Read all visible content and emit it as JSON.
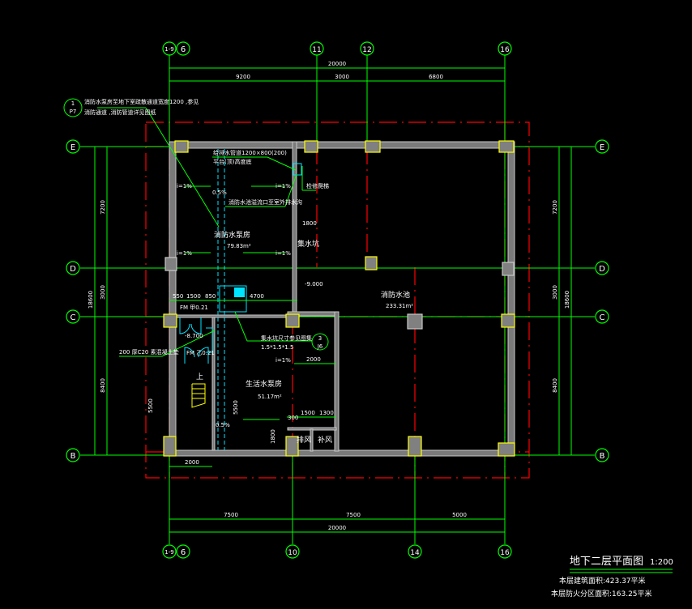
{
  "drawing": {
    "title": "地下二层平面图",
    "scale": "1:200",
    "area_building": "本层建筑面积:423.37平米",
    "area_fire_zone": "本层防火分区面积:163.25平米"
  },
  "axes": {
    "top": [
      "1-9",
      "6",
      "11",
      "12",
      "16"
    ],
    "bottom": [
      "1-9",
      "6",
      "10",
      "14",
      "16"
    ],
    "rows": [
      "E",
      "D",
      "C",
      "B"
    ]
  },
  "dimensions": {
    "top_total": "20000",
    "top_segments": [
      "9200",
      "3000",
      "6800"
    ],
    "bottom_total": "20000",
    "bottom_segments": [
      "7500",
      "7500",
      "5000"
    ],
    "left_outer": "18600",
    "left_segments": [
      "7200",
      "3000",
      "8400"
    ],
    "right_outer": "18600",
    "right_segments": [
      "7200",
      "3000",
      "8400"
    ],
    "misc": [
      "550",
      "1500",
      "850",
      "4700",
      "1800",
      "300",
      "1500",
      "1300",
      "2000",
      "2000",
      "1800",
      "5500",
      "5500",
      "-9.000",
      "-8.700",
      "i=1%"
    ]
  },
  "rooms": {
    "fire_pump_room": "消防水泵房",
    "fire_pump_area": "79.83m²",
    "fire_pool": "消防水池",
    "fire_pool_area": "233.31m²",
    "domestic_pump_room": "生活水泵房",
    "domestic_pump_area": "51.17m²",
    "sump": "集水坑",
    "exhaust": "排风",
    "supply": "补风",
    "fm_a": "FM 甲0.21",
    "fm_b": "FM 乙0.21"
  },
  "notes": {
    "detail_ref_top": "1",
    "detail_ref_bottom": "P7",
    "note1_line1": "消防水泵房至地下室疏散通道宽度1200 ,参见",
    "note1_line2": "消防通道 ,消防管道详见图纸",
    "note2": "给排水管道1200×800(200)",
    "note3": "平台(顶)高度底",
    "note4": "消防水池溢流口至室外排水沟",
    "note5": "检修爬梯",
    "note6": "集水坑尺寸参见图集",
    "note6b": "1.5*1.5*1.5",
    "note7": "200 厚C20 素混凝土垫",
    "ref3_top": "3",
    "ref3_bottom": "J6",
    "slope": "0.5%",
    "up": "上"
  },
  "colors": {
    "axis": "#00ff00",
    "column_outline": "#ffff00",
    "grid_dash": "#ff0000",
    "pipe": "#00e5ff"
  }
}
